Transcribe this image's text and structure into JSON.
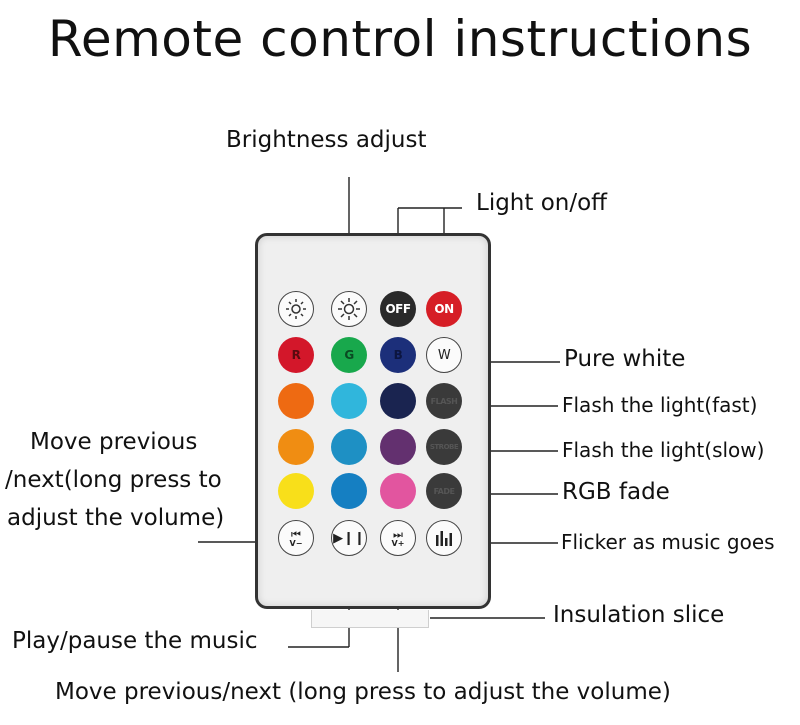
{
  "title": "Remote control instructions",
  "labels": {
    "brightness": "Brightness adjust",
    "light_on_off": "Light on/off",
    "pure_white": "Pure white",
    "flash_fast": "Flash the light(fast)",
    "flash_slow": "Flash the light(slow)",
    "rgb_fade": "RGB fade",
    "flicker_music": "Flicker as music goes",
    "insulation": "Insulation slice",
    "play_pause": "Play/pause the music",
    "move_prev_next_left": [
      "Move previous",
      "/next(long press to",
      "adjust the volume)"
    ],
    "move_prev_next_bottom": "Move previous/next (long press to adjust the volume)"
  },
  "buttons": {
    "off": "OFF",
    "on": "ON",
    "r": "R",
    "g": "G",
    "b": "B",
    "w": "W",
    "flash": "FLASH",
    "strobe": "STROBE",
    "fade": "FADE",
    "prev_sub": "V−",
    "next_sub": "V+"
  },
  "icons": {
    "brightness_down": "sun-dim-icon",
    "brightness_up": "sun-bright-icon",
    "prev": "prev-track-icon",
    "play_pause": "play-pause-icon",
    "next": "next-track-icon",
    "music": "music-bars-icon"
  },
  "colors": {
    "off": "#2a2a2a",
    "on": "#d61e26",
    "red": "#d3172a",
    "green": "#18a84c",
    "blue": "#1c2f7a",
    "orange1": "#ee6a12",
    "cyan1": "#30b6dc",
    "navy": "#1a2450",
    "gray": "#3a3a3a",
    "orange2": "#f08d12",
    "cyan2": "#1e90c4",
    "purple": "#63306f",
    "yellow": "#f8df1a",
    "cyan3": "#157fc2",
    "pink": "#e2559f"
  }
}
